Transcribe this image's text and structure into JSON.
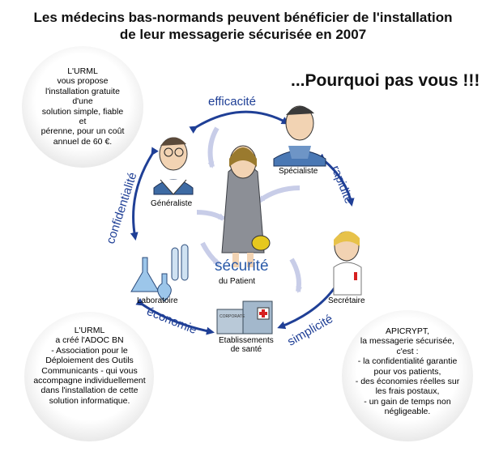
{
  "title": {
    "line1": "Les médecins bas-normands peuvent  bénéficier de l'installation",
    "line2": "de leur messagerie sécurisée en 2007"
  },
  "tagline": "...Pourquoi pas vous !!!",
  "bubbles": {
    "top_left": [
      "L'URML",
      "vous propose",
      "l'installation gratuite d'une",
      "solution simple, fiable et",
      "pérenne, pour un coût",
      "annuel de 60 €."
    ],
    "bottom_left": [
      "L'URML",
      "a créé l'ADOC BN",
      "- Association pour le",
      "Déploiement des Outils",
      "Communicants - qui vous",
      "accompagne individuellement",
      "dans l'installation de cette",
      "solution informatique."
    ],
    "bottom_right": [
      "APICRYPT,",
      "la messagerie sécurisée,",
      "c'est :",
      "- la confidentialité garantie",
      "pour vos patients,",
      "- des économies réelles sur",
      "les frais postaux,",
      "- un gain de temps non",
      "négligeable."
    ]
  },
  "nodes": {
    "generaliste": "Généraliste",
    "specialiste": "Spécialiste",
    "laboratoire": "Laboratoire",
    "secretaire": "Secrétaire",
    "etablissements_1": "Etablissements",
    "etablissements_2": "de santé"
  },
  "arcs": {
    "efficacite": "efficacité",
    "rapidite": "rapidité",
    "confidentialite": "confidentialité",
    "economie": "économie",
    "simplicite": "simplicité"
  },
  "center": {
    "label": "sécurité",
    "sublabel": "du Patient"
  },
  "building_sign": "CORPORATE",
  "colors": {
    "arrow": "#1f3f96",
    "arc_text": "#1f3f96",
    "center_text": "#2a5aa8",
    "cross": "#d62020"
  }
}
